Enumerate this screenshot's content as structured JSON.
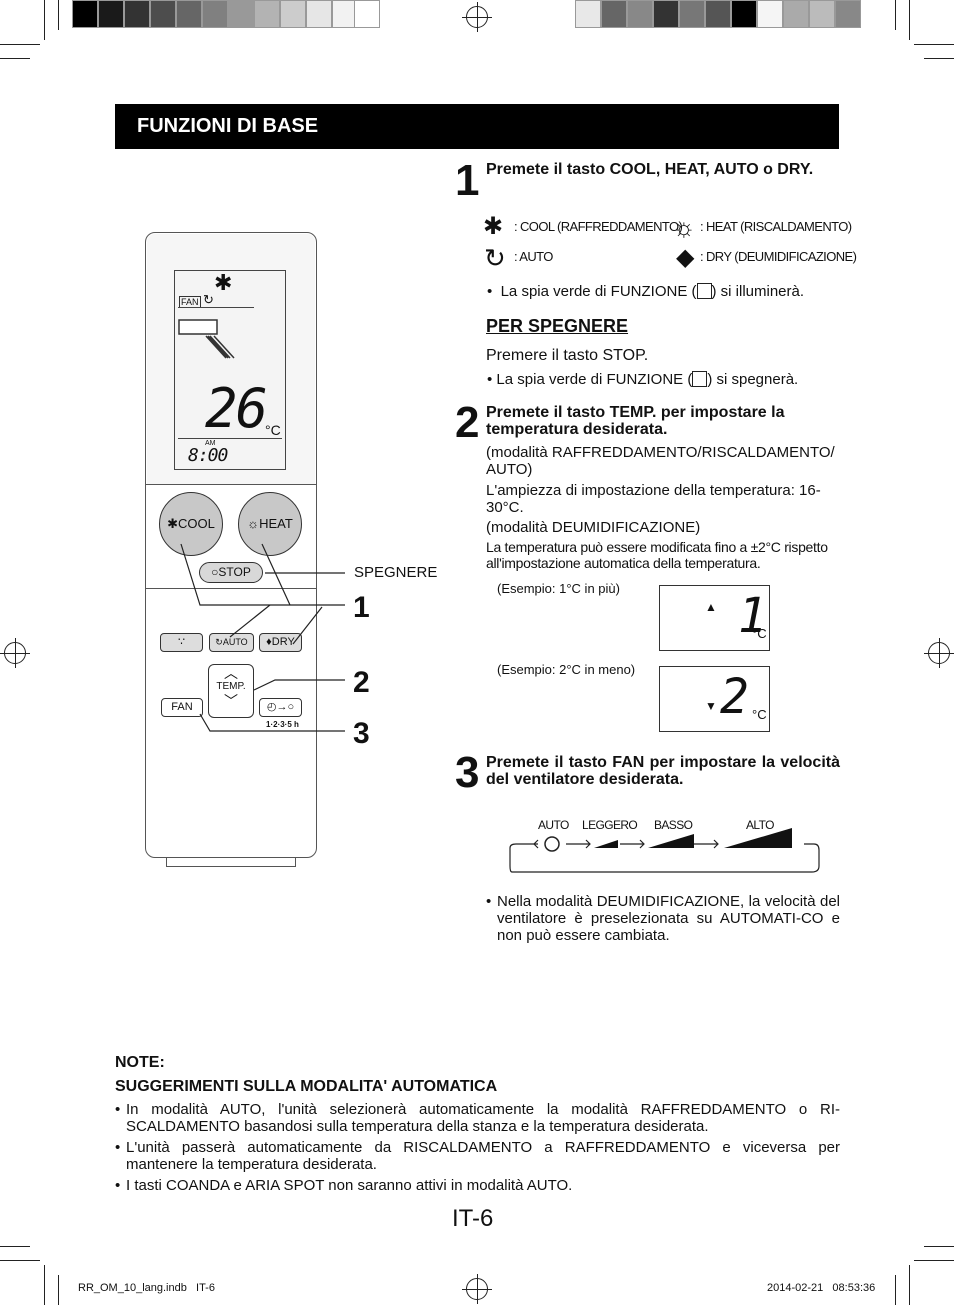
{
  "header": {
    "title": "FUNZIONI DI BASE"
  },
  "steps": [
    {
      "num": "1",
      "title": "Premete il tasto COOL, HEAT, AUTO o DRY."
    },
    {
      "num": "2",
      "title": "Premete il tasto TEMP. per impostare la temperatura desiderata."
    },
    {
      "num": "3",
      "title": "Premete il tasto FAN per impostare la velocità del ventilatore desiderata."
    }
  ],
  "modes": {
    "cool": ": COOL (RAFFREDDAMENTO)",
    "heat": ": HEAT (RISCALDAMENTO)",
    "auto": ": AUTO",
    "dry": ": DRY (DEUMIDIFICAZIONE)"
  },
  "step1": {
    "bullet_pre": "La spia verde di FUNZIONE (",
    "bullet_post": ") si illuminerà.",
    "off_heading": "PER SPEGNERE",
    "off_text": "Premere il tasto STOP.",
    "off_bullet_pre": "La spia verde di FUNZIONE (",
    "off_bullet_post": ") si spegnerà."
  },
  "step2": {
    "p1": "(modalità RAFFREDDAMENTO/RISCALDAMENTO/ AUTO)",
    "p2": "L'ampiezza di impostazione della temperatura: 16-30°C.",
    "p3": "(modalità DEUMIDIFICAZIONE)",
    "p4": "La temperatura può essere modificata fino a ±2°C rispetto all'impostazione automatica della temperatura.",
    "example_plus": "(Esempio: 1°C in più)",
    "example_minus": "(Esempio: 2°C in meno)",
    "plus_value": "1",
    "minus_value": "2",
    "unit": "°C"
  },
  "step3": {
    "fan_auto": "AUTO",
    "fan_light": "LEGGERO",
    "fan_low": "BASSO",
    "fan_high": "ALTO",
    "bullet": "Nella modalità DEUMIDIFICAZIONE, la velocità del ventilatore è preselezionata su AUTOMATI-CO e non può essere cambiata."
  },
  "remote": {
    "lcd_fan": "FAN",
    "lcd_temp": "26",
    "lcd_unit": "°C",
    "lcd_am": "AM",
    "lcd_time": "8:00",
    "cool": "COOL",
    "heat": "HEAT",
    "stop": "STOP",
    "auto": "AUTO",
    "dry": "DRY",
    "temp": "TEMP.",
    "fan": "FAN",
    "timer_hours": "1·2·3·5 h",
    "callout_off": "SPEGNERE",
    "callout_1": "1",
    "callout_2": "2",
    "callout_3": "3"
  },
  "notes": {
    "heading": "NOTE:",
    "subheading": "SUGGERIMENTI SULLA MODALITA' AUTOMATICA",
    "items": [
      "In modalità AUTO, l'unità selezionerà automaticamente la modalità RAFFREDDAMENTO o RI-SCALDAMENTO basandosi sulla temperatura della stanza e la temperatura desiderata.",
      "L'unità passerà automaticamente da RISCALDAMENTO a RAFFREDDAMENTO e viceversa per mantenere la temperatura desiderata.",
      "I tasti COANDA e ARIA SPOT non saranno attivi in modalità AUTO."
    ]
  },
  "page_number": "IT-6",
  "footer": {
    "file": "RR_OM_10_lang.indb   IT-6",
    "date": "2014-02-21   08:53:36"
  },
  "colors": {
    "header_bg": "#000000",
    "button_grey": "#c8c8c8"
  }
}
